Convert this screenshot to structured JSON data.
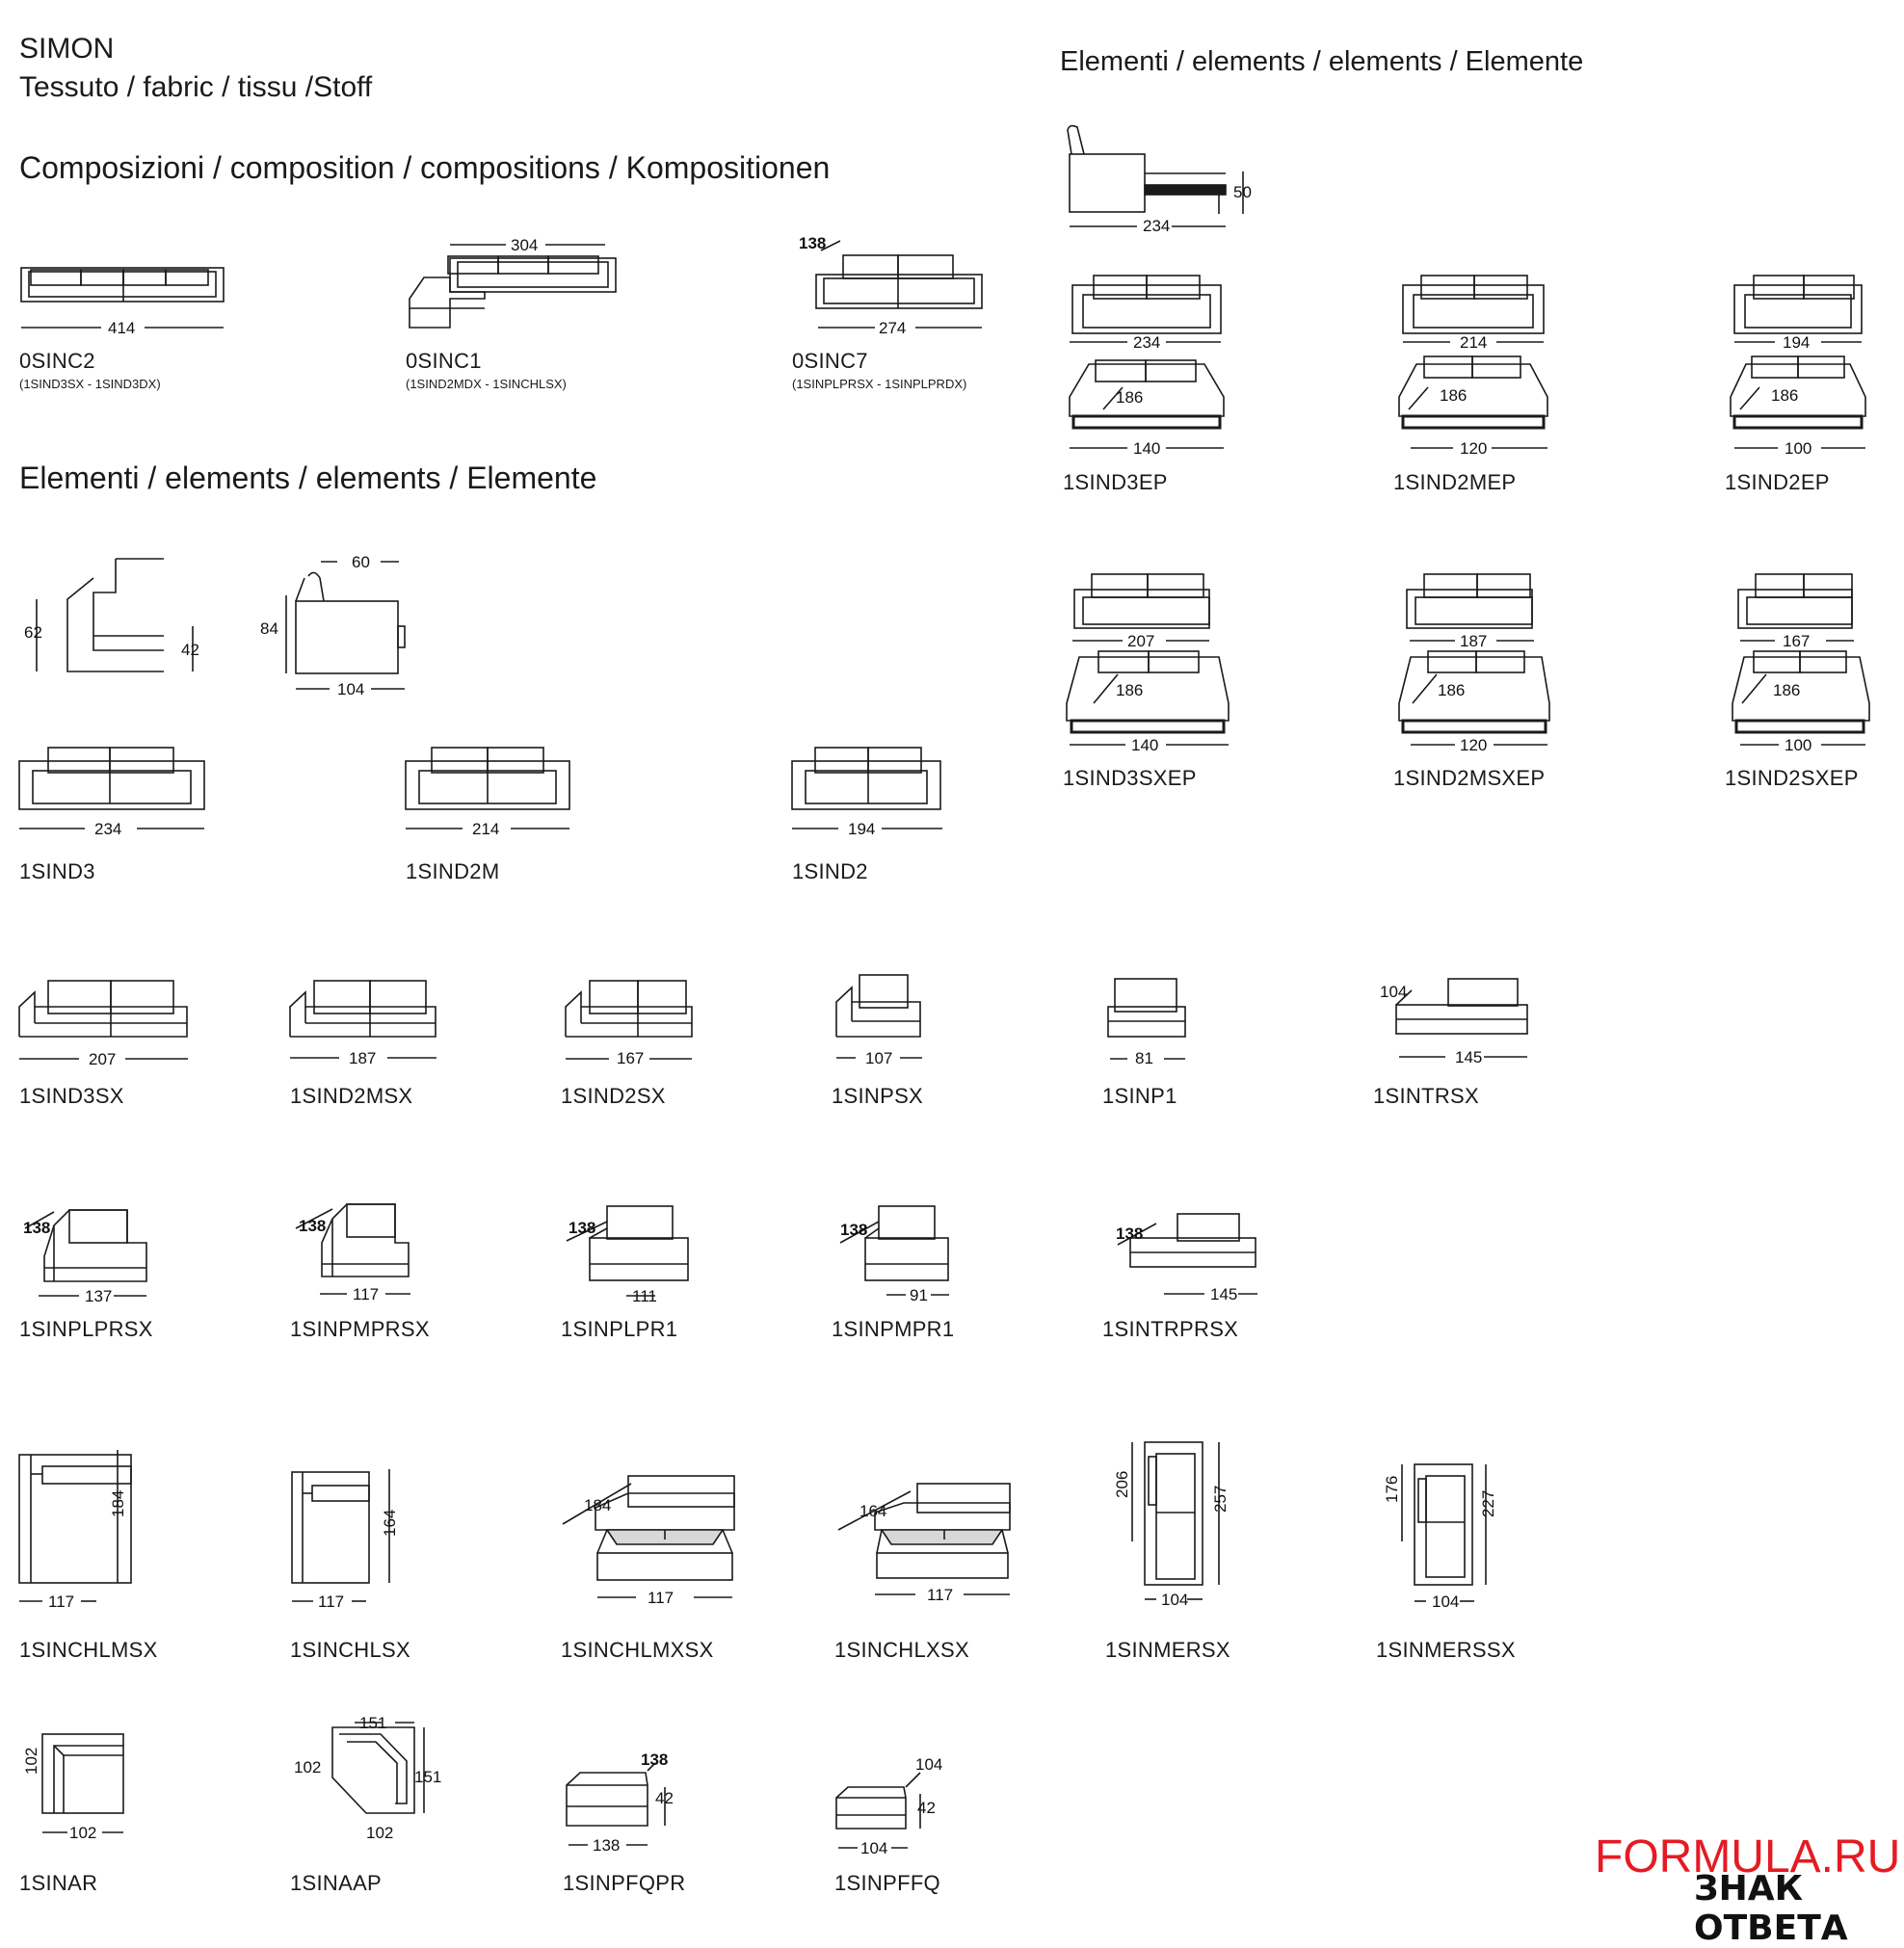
{
  "header": {
    "brand": "SIMON",
    "material": "Tessuto / fabric / tissu /Stoff",
    "compositions_title": "Composizioni / composition / compositions / Kompositionen",
    "elements_title_left": "Elementi / elements / elements / Elemente",
    "elements_title_right": "Elementi / elements / elements / Elemente"
  },
  "compositions": [
    {
      "code": "0SINC2",
      "sub": "(1SIND3SX - 1SIND3DX)",
      "dim": "414"
    },
    {
      "code": "0SINC1",
      "sub": "(1SIND2MDX - 1SINCHLSX)",
      "dim": "304"
    },
    {
      "code": "0SINC7",
      "sub": "(1SINPLPRSX - 1SINPLPRDX)",
      "dim": "274",
      "dim2": "138"
    }
  ],
  "profile": {
    "dims": [
      "62",
      "42",
      "84",
      "60",
      "104"
    ]
  },
  "side_view": {
    "dims": [
      "234",
      "50"
    ]
  },
  "row_sofas": [
    {
      "code": "1SIND3",
      "dim": "234"
    },
    {
      "code": "1SIND2M",
      "dim": "214"
    },
    {
      "code": "1SIND2",
      "dim": "194"
    }
  ],
  "beds_row1": [
    {
      "code": "1SIND3EP",
      "w": "234",
      "d": "186",
      "b": "140"
    },
    {
      "code": "1SIND2MEP",
      "w": "214",
      "d": "186",
      "b": "120"
    },
    {
      "code": "1SIND2EP",
      "w": "194",
      "d": "186",
      "b": "100"
    }
  ],
  "beds_row2": [
    {
      "code": "1SIND3SXEP",
      "w": "207",
      "d": "186",
      "b": "140"
    },
    {
      "code": "1SIND2MSXEP",
      "w": "187",
      "d": "186",
      "b": "120"
    },
    {
      "code": "1SIND2SXEP",
      "w": "167",
      "d": "186",
      "b": "100"
    }
  ],
  "row_sx": [
    {
      "code": "1SIND3SX",
      "dim": "207"
    },
    {
      "code": "1SIND2MSX",
      "dim": "187"
    },
    {
      "code": "1SIND2SX",
      "dim": "167"
    },
    {
      "code": "1SINPSX",
      "dim": "107"
    },
    {
      "code": "1SINP1",
      "dim": "81"
    },
    {
      "code": "1SINTRSX",
      "dim": "145",
      "dim2": "104"
    }
  ],
  "row_pr": [
    {
      "code": "1SINPLPRSX",
      "dim": "137",
      "dim2": "138"
    },
    {
      "code": "1SINPMPRSX",
      "dim": "117",
      "dim2": "138"
    },
    {
      "code": "1SINPLPR1",
      "dim": "111",
      "dim2": "138"
    },
    {
      "code": "1SINPMPR1",
      "dim": "91",
      "dim2": "138"
    },
    {
      "code": "1SINTRPRSX",
      "dim": "145",
      "dim2": "138"
    }
  ],
  "row_ch": [
    {
      "code": "1SINCHLMSX",
      "w": "117",
      "h": "184"
    },
    {
      "code": "1SINCHLSX",
      "w": "117",
      "h": "164"
    },
    {
      "code": "1SINCHLMXSX",
      "w": "117",
      "h": "184"
    },
    {
      "code": "1SINCHLXSX",
      "w": "117",
      "h": "164"
    },
    {
      "code": "1SINMERSX",
      "w": "104",
      "h": "206",
      "h2": "257"
    },
    {
      "code": "1SINMERSSX",
      "w": "104",
      "h": "176",
      "h2": "227"
    }
  ],
  "row_last": [
    {
      "code": "1SINAR",
      "w": "102",
      "h": "102"
    },
    {
      "code": "1SINAAP",
      "w": "102",
      "h": "102",
      "t": "151",
      "r": "151"
    },
    {
      "code": "1SINPFQPR",
      "w": "138",
      "h": "42",
      "t": "138"
    },
    {
      "code": "1SINPFFQ",
      "w": "104",
      "h": "42",
      "t": "104"
    }
  ],
  "watermark": {
    "brand": "FORMULA.RU",
    "slogan": "ЗНАК ОТВЕТА"
  },
  "colors": {
    "ink": "#1a1a1a",
    "fill": "#d8d8d8",
    "brand": "#e41b23"
  }
}
